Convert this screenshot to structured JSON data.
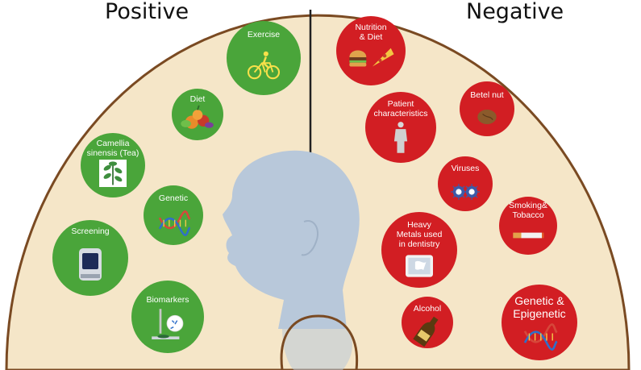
{
  "headings": {
    "positive": "Positive",
    "negative": "Negative"
  },
  "colors": {
    "background_arc": "#f5e6c8",
    "arc_outline": "#7a4a22",
    "positive_bubble": "#4aa53a",
    "negative_bubble": "#d21e23",
    "divider": "#222222",
    "head": "#b8c8da"
  },
  "positive_factors": [
    {
      "label_lines": [
        "Exercise"
      ],
      "icon": "cyclist-icon"
    },
    {
      "label_lines": [
        "Diet"
      ],
      "icon": "vegetables-icon"
    },
    {
      "label_lines": [
        "Camellia",
        "sinensis (Tea)"
      ],
      "icon": "tea-plant-icon"
    },
    {
      "label_lines": [
        "Genetic"
      ],
      "icon": "dna-icon"
    },
    {
      "label_lines": [
        "Screening"
      ],
      "icon": "screening-device-icon"
    },
    {
      "label_lines": [
        "Biomarkers"
      ],
      "icon": "pipette-icon"
    }
  ],
  "negative_factors": [
    {
      "label_lines": [
        "Nutrition",
        "& Diet"
      ],
      "icon": "burger-pizza-icon"
    },
    {
      "label_lines": [
        "Betel nut"
      ],
      "icon": "betel-nut-icon"
    },
    {
      "label_lines": [
        "Patient",
        "characteristics"
      ],
      "icon": "person-icon"
    },
    {
      "label_lines": [
        "Viruses"
      ],
      "icon": "virus-icon"
    },
    {
      "label_lines": [
        "Smoking&",
        "Tobacco"
      ],
      "icon": "cigarette-icon"
    },
    {
      "label_lines": [
        "Heavy",
        "Metals used",
        "in dentistry"
      ],
      "icon": "dental-xray-icon"
    },
    {
      "label_lines": [
        "Alcohol"
      ],
      "icon": "bottle-icon"
    },
    {
      "label_lines": [
        "Genetic &",
        "Epigenetic"
      ],
      "icon": "dna-icon"
    }
  ]
}
